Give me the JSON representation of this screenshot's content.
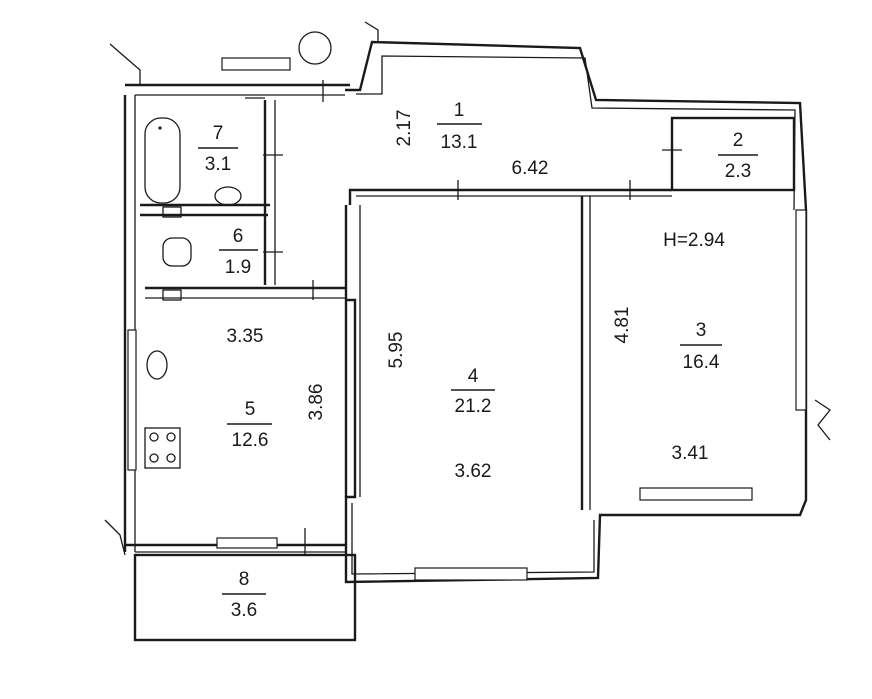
{
  "height_label": "H=2.94",
  "rooms": [
    {
      "number": "1",
      "area": "13.1"
    },
    {
      "number": "2",
      "area": "2.3"
    },
    {
      "number": "3",
      "area": "16.4"
    },
    {
      "number": "4",
      "area": "21.2"
    },
    {
      "number": "5",
      "area": "12.6"
    },
    {
      "number": "6",
      "area": "1.9"
    },
    {
      "number": "7",
      "area": "3.1"
    },
    {
      "number": "8",
      "area": "3.6"
    }
  ],
  "dimensions": [
    "2.17",
    "6.42",
    "4.81",
    "3.41",
    "5.95",
    "3.62",
    "3.35",
    "3.86"
  ]
}
